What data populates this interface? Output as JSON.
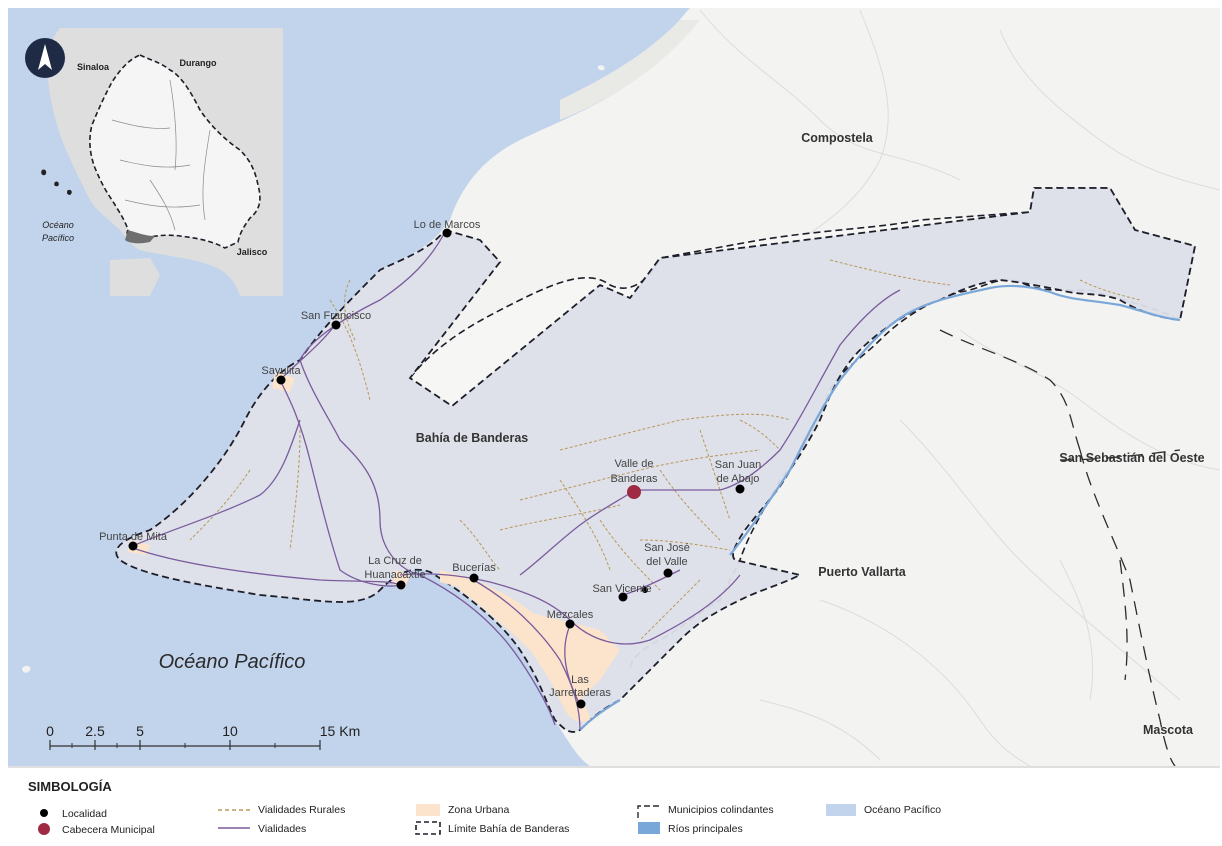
{
  "map": {
    "municipalities": {
      "compostela": "Compostela",
      "bahia": "Bahía de Banderas",
      "san_sebastian": "San Sebastián del Oeste",
      "puerto_vallarta": "Puerto Vallarta",
      "mascota": "Mascota"
    },
    "ocean_label": "Océano Pacífico",
    "localities": [
      "Lo de Marcos",
      "San Francisco",
      "Sayulita",
      "Punta de Mita",
      "La Cruz de Huanacaxtle",
      "Bucerías",
      "Mezcales",
      "San Vicente",
      "San José del Valle",
      "San Juan de Abajo",
      "Las Jarretaderas"
    ],
    "cabecera": "Valle de Banderas"
  },
  "inset": {
    "labels": {
      "sinaloa": "Sinaloa",
      "durango": "Durango",
      "ocean_line1": "Océano",
      "ocean_line2": "Pacífico",
      "jalisco": "Jalisco"
    },
    "north_icon": "north-arrow-icon"
  },
  "scale": {
    "ticks": [
      "0",
      "2.5",
      "5",
      "10",
      "15 Km"
    ]
  },
  "legend": {
    "title": "SIMBOLOGÍA",
    "items": {
      "localidad": "Localidad",
      "cabecera": "Cabecera Municipal",
      "rurales": "Vialidades Rurales",
      "vialidades": "Vialidades",
      "urbana": "Zona Urbana",
      "limite": "Límite Bahía de Banderas",
      "colindantes": "Municipios colindantes",
      "rios": "Ríos principales",
      "oceano": "Océano Pacífico"
    }
  },
  "colors": {
    "ocean": "#c2d3ec",
    "land": "#f3f3f2",
    "municipality": "#dcdfe9",
    "urban": "#fbe3cc",
    "road": "#7a5c9c",
    "rural_road": "#b8985a",
    "boundary": "#1e1e2a",
    "river": "#7aa7d9",
    "cabecera": "#9e2a43",
    "locality": "#000000"
  }
}
